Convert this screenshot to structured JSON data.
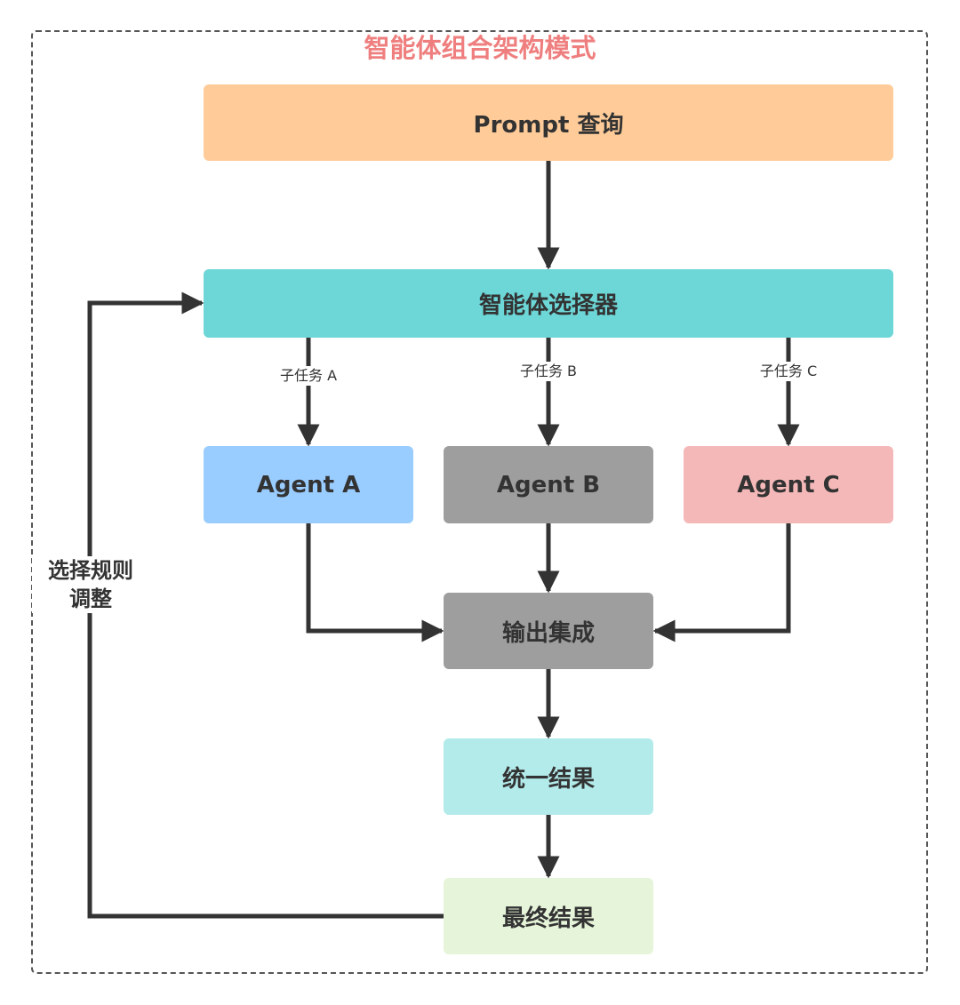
{
  "diagram": {
    "title": "智能体组合架构模式",
    "nodes": {
      "prompt": {
        "label": "Prompt 查询",
        "color": "#ffcc99"
      },
      "selector": {
        "label": "智能体选择器",
        "color": "#6dd6d6"
      },
      "agent_a": {
        "label": "Agent A",
        "color": "#99ccff"
      },
      "agent_b": {
        "label": "Agent B",
        "color": "#9e9e9e"
      },
      "agent_c": {
        "label": "Agent C",
        "color": "#f5b8b8"
      },
      "integrate": {
        "label": "输出集成",
        "color": "#9e9e9e"
      },
      "unified": {
        "label": "统一结果",
        "color": "#b3ebeb"
      },
      "final": {
        "label": "最终结果",
        "color": "#e6f5d9"
      }
    },
    "edges": {
      "sub_a": "子任务 A",
      "sub_b": "子任务 B",
      "sub_c": "子任务 C",
      "feedback_line1": "选择规则",
      "feedback_line2": "调整"
    },
    "colors": {
      "title": "#ef7f7f",
      "arrow": "#333333",
      "frame_border": "#555555"
    }
  }
}
